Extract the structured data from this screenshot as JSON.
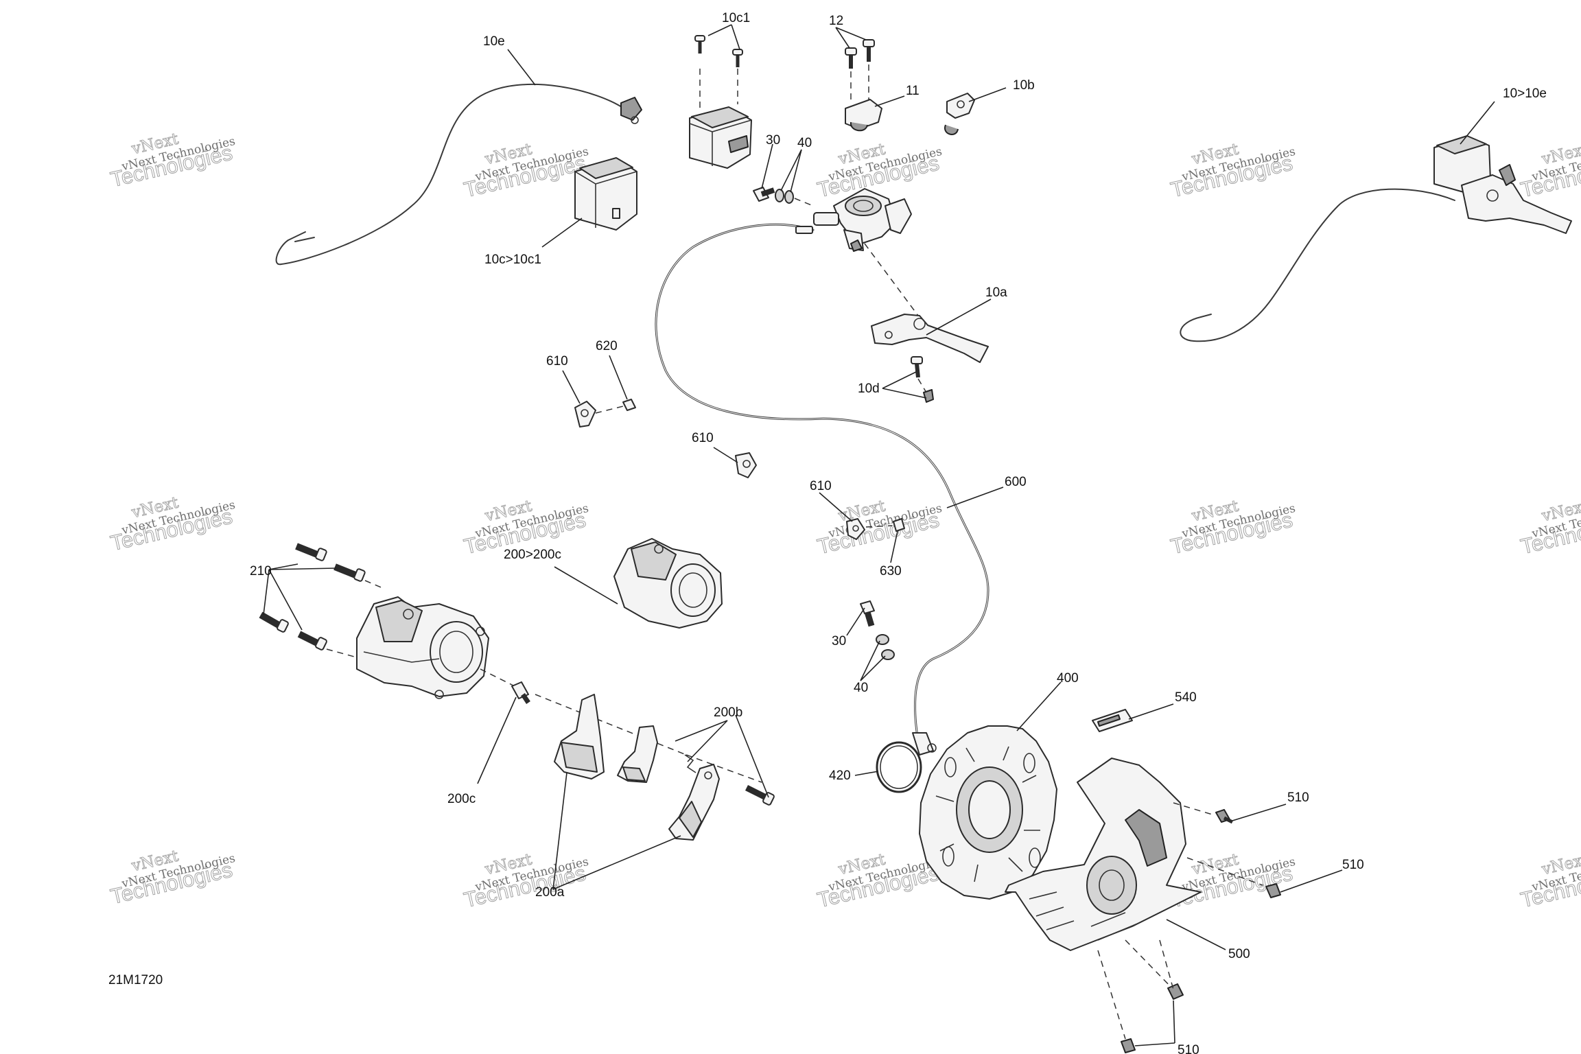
{
  "figure_code": "21M1720",
  "watermark": {
    "line_small": "vNext Technologies",
    "line_large": "Technologies",
    "line_top": "vNext"
  },
  "callouts": {
    "c10e": "10e",
    "c10c1": "10c1",
    "c12": "12",
    "c11": "11",
    "c10b": "10b",
    "c10to10e": "10>10e",
    "c30_top": "30",
    "c40_top": "40",
    "c10c_to_10c1": "10c>10c1",
    "c10a": "10a",
    "c10d": "10d",
    "c610_a": "610",
    "c620": "620",
    "c610_b": "610",
    "c610_c": "610",
    "c600": "600",
    "c630": "630",
    "c210": "210",
    "c200_to_200c": "200>200c",
    "c30_bottom": "30",
    "c40_bottom": "40",
    "c400": "400",
    "c540": "540",
    "c200b": "200b",
    "c200c": "200c",
    "c420": "420",
    "c510_a": "510",
    "c510_b": "510",
    "c510_c": "510",
    "c500": "500",
    "c200a": "200a"
  }
}
